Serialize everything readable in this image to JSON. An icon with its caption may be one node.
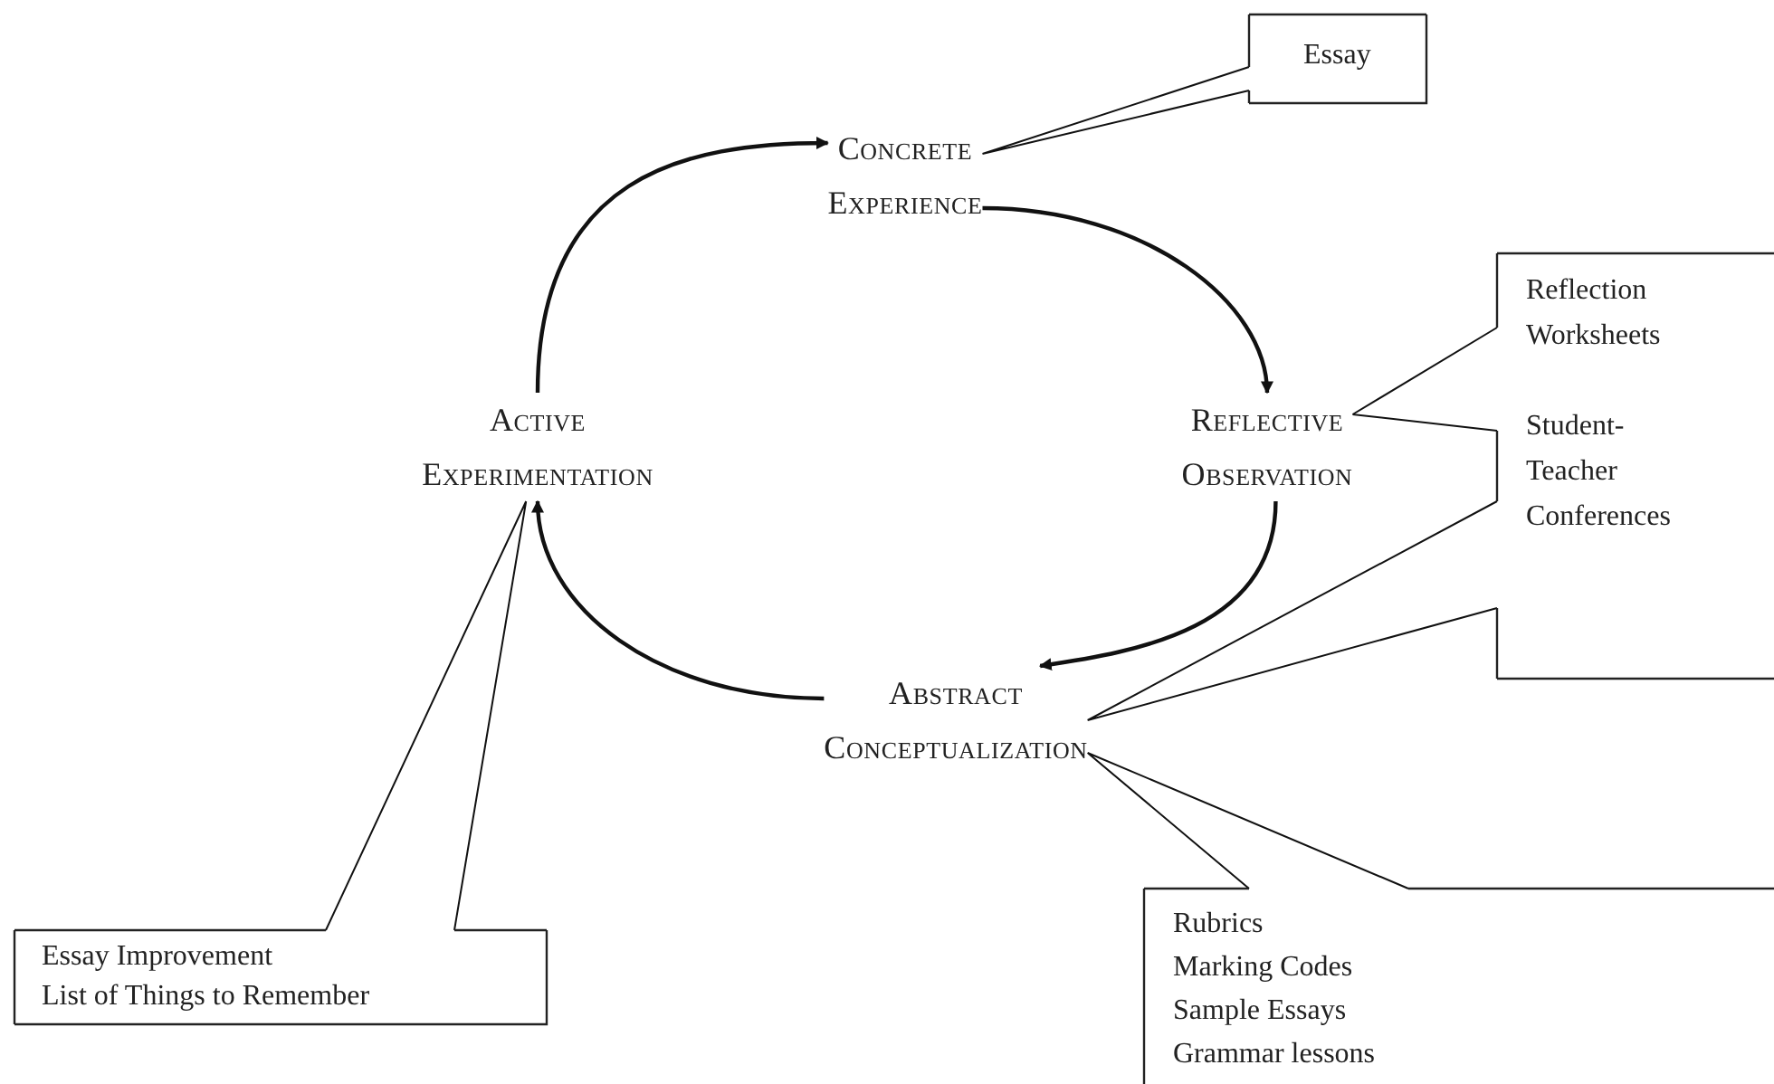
{
  "diagram": {
    "nodes": [
      {
        "text": [
          "Concrete Experience"
        ]
      },
      {
        "text": [
          "Reflective Observation"
        ]
      },
      {
        "text": [
          "Abstract Conceptualization"
        ]
      },
      {
        "text": [
          "Active Experimentation"
        ]
      },
      {
        "text": [
          "Essay"
        ]
      },
      {
        "text": [
          "Reflection Worksheets",
          "Student-Teacher Conferences"
        ]
      },
      {
        "text": [
          "Rubrics",
          "Marking Codes",
          "Sample Essays",
          "Grammar lessons"
        ]
      },
      {
        "text": [
          "Essay Improvement",
          "List of Things to Remember"
        ]
      }
    ],
    "edges": [
      {
        "from": 3,
        "to": 0,
        "arrow": "to"
      },
      {
        "from": 0,
        "to": 1,
        "arrow": "to"
      },
      {
        "from": 1,
        "to": 2,
        "arrow": "to"
      },
      {
        "from": 2,
        "to": 3,
        "arrow": "to"
      },
      {
        "from": 4,
        "to": 0,
        "arrow": "none"
      },
      {
        "from": 5,
        "to": 1,
        "arrow": "none"
      },
      {
        "from": 5,
        "to": 2,
        "arrow": "none"
      },
      {
        "from": 6,
        "to": 2,
        "arrow": "none"
      },
      {
        "from": 7,
        "to": 3,
        "arrow": "none"
      }
    ]
  }
}
